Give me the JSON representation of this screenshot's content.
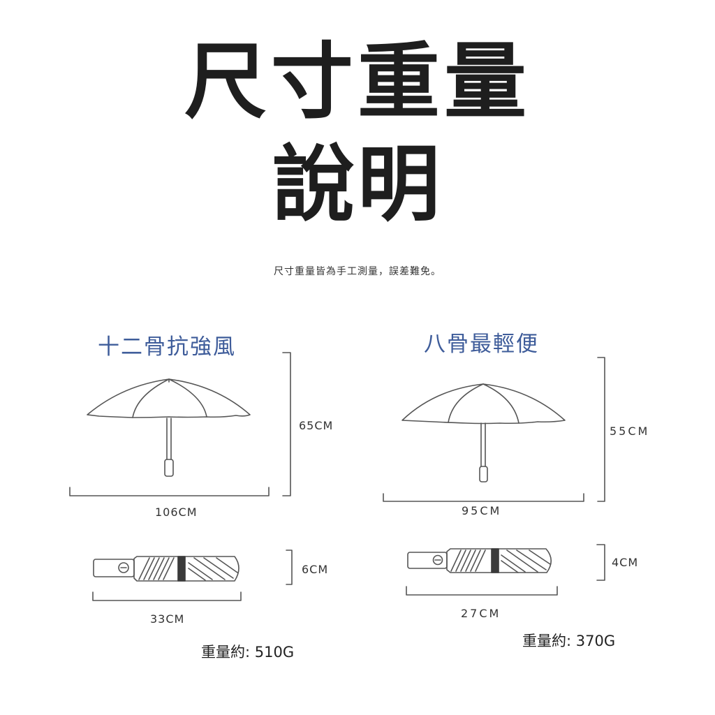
{
  "title": {
    "line1": "尺寸重量",
    "line2": "說明"
  },
  "note": "尺寸重量皆為手工測量，誤差難免。",
  "left": {
    "heading": "十二骨抗強風",
    "open_height": "65CM",
    "open_width": "106CM",
    "folded_thickness": "6CM",
    "folded_length": "33CM",
    "weight": "重量約: 510G"
  },
  "right": {
    "heading": "八骨最輕便",
    "open_height": "55CM",
    "open_width": "95CM",
    "folded_thickness": "4CM",
    "folded_length": "27CM",
    "weight": "重量約: 370G"
  },
  "colors": {
    "heading": "#3e5c9a",
    "line": "#555555",
    "band": "#3a3a3a"
  }
}
